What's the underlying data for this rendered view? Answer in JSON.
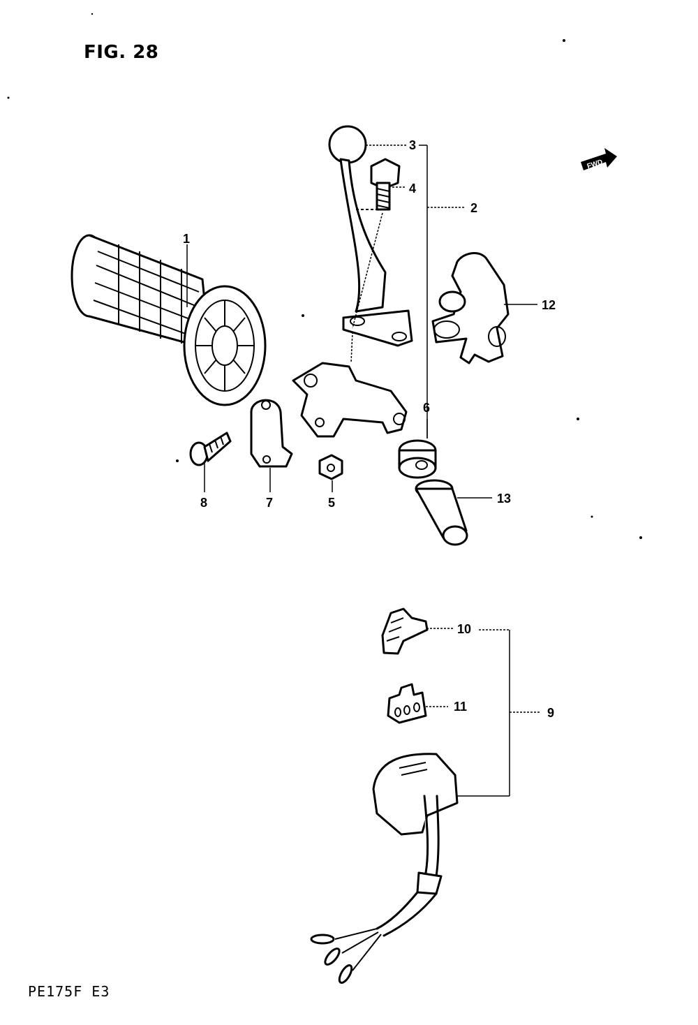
{
  "figure": {
    "title": "FIG. 28",
    "model": "PE175F E3",
    "direction_mark": "FWD"
  },
  "callouts": {
    "c1": "1",
    "c2": "2",
    "c3": "3",
    "c4": "4",
    "c5": "5",
    "c6": "6",
    "c7": "7",
    "c8": "8",
    "c9": "9",
    "c10": "10",
    "c11": "11",
    "c12": "12",
    "c13": "13"
  }
}
